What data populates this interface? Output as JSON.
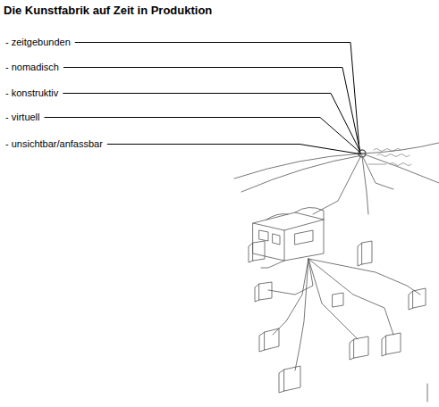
{
  "diagram": {
    "title": "Die Kunstfabrik auf Zeit in Produktion",
    "labels": [
      "- zeitgebunden",
      "- nomadisch",
      "- konstruktiv",
      "- virtuell",
      "- unsichtbar/anfassbar"
    ]
  }
}
